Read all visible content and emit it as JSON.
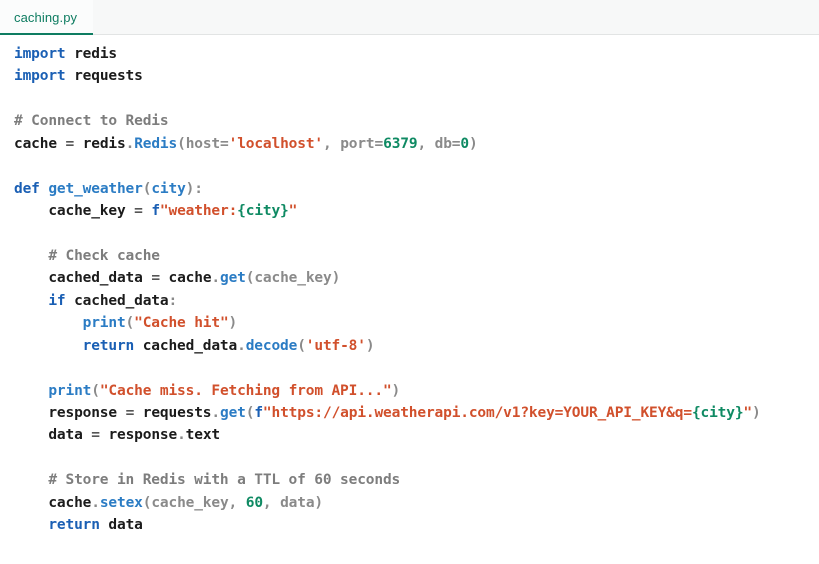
{
  "window": {
    "background_color": "#ffffff",
    "accent_color": "#0e7c61"
  },
  "tabbar": {
    "background_color": "#f7f8f8",
    "tabs": [
      {
        "label": "caching.py",
        "active": true,
        "color": "#0e7c61"
      }
    ]
  },
  "editor": {
    "language": "Python",
    "font": "monospace",
    "line_numbers_visible": false,
    "colors": {
      "keyword": "#1a5fb4",
      "function": "#2b7cc4",
      "string": "#d1502c",
      "number": "#0f8a63",
      "comment": "#7d7d7d",
      "punctuation": "#8a8a8a",
      "text": "#1b1b1b"
    },
    "lines": [
      "import redis",
      "import requests",
      "",
      "# Connect to Redis",
      "cache = redis.Redis(host='localhost', port=6379, db=0)",
      "",
      "def get_weather(city):",
      "    cache_key = f\"weather:{city}\"",
      "",
      "    # Check cache",
      "    cached_data = cache.get(cache_key)",
      "    if cached_data:",
      "        print(\"Cache hit\")",
      "        return cached_data.decode('utf-8')",
      "",
      "    print(\"Cache miss. Fetching from API...\")",
      "    response = requests.get(f\"https://api.weatherapi.com/v1?key=YOUR_API_KEY&q={city}\")",
      "    data = response.text",
      "",
      "    # Store in Redis with a TTL of 60 seconds",
      "    cache.setex(cache_key, 60, data)",
      "    return data"
    ],
    "tokens": {
      "kw_import": "import",
      "kw_def": "def",
      "kw_if": "if",
      "kw_return": "return",
      "mod_redis": "redis",
      "mod_requests": "requests",
      "cls_Redis": "Redis",
      "fn_get_weather": "get_weather",
      "fn_print": "print",
      "fn_get": "get",
      "fn_decode": "decode",
      "fn_setex": "setex",
      "var_cache": "cache",
      "var_cache_key": "cache_key",
      "var_cached_data": "cached_data",
      "var_response": "response",
      "var_data": "data",
      "var_city": "city",
      "kwarg_host": "host",
      "kwarg_port": "port",
      "kwarg_db": "db",
      "str_localhost": "'localhost'",
      "str_utf8": "'utf-8'",
      "str_cache_hit": "\"Cache hit\"",
      "str_cache_miss": "\"Cache miss. Fetching from API...\"",
      "str_weather_key": "weather:",
      "str_url": "https://api.weatherapi.com/v1?key=YOUR_API_KEY&q=",
      "brace_city": "{city}",
      "num_6379": "6379",
      "num_0": "0",
      "num_60": "60",
      "comment_connect": "# Connect to Redis",
      "comment_check": "# Check cache",
      "comment_store": "# Store in Redis with a TTL of 60 seconds",
      "prefix_f": "f",
      "attr_text": "text"
    }
  }
}
